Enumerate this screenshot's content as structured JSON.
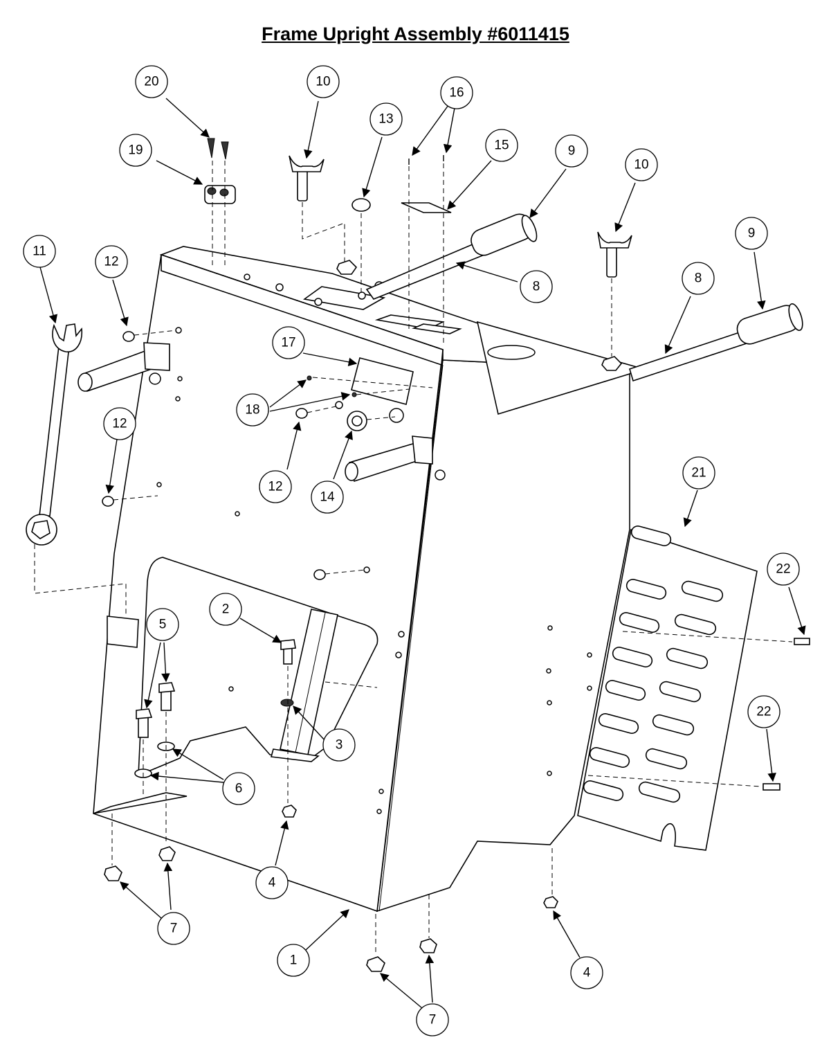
{
  "title": "Frame Upright Assembly #6011415",
  "callouts": [
    {
      "label": "20"
    },
    {
      "label": "10"
    },
    {
      "label": "16"
    },
    {
      "label": "13"
    },
    {
      "label": "15"
    },
    {
      "label": "9"
    },
    {
      "label": "19"
    },
    {
      "label": "10"
    },
    {
      "label": "9"
    },
    {
      "label": "11"
    },
    {
      "label": "12"
    },
    {
      "label": "8"
    },
    {
      "label": "8"
    },
    {
      "label": "17"
    },
    {
      "label": "18"
    },
    {
      "label": "12"
    },
    {
      "label": "12"
    },
    {
      "label": "14"
    },
    {
      "label": "21"
    },
    {
      "label": "22"
    },
    {
      "label": "2"
    },
    {
      "label": "5"
    },
    {
      "label": "3"
    },
    {
      "label": "6"
    },
    {
      "label": "22"
    },
    {
      "label": "4"
    },
    {
      "label": "7"
    },
    {
      "label": "1"
    },
    {
      "label": "4"
    },
    {
      "label": "7"
    }
  ]
}
